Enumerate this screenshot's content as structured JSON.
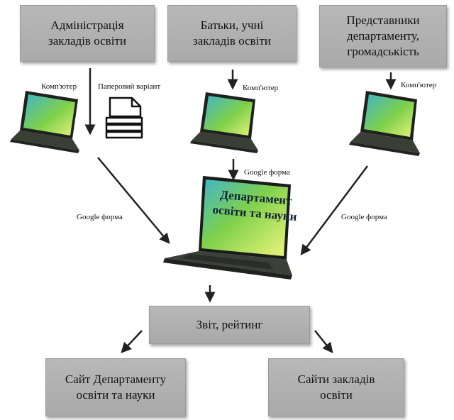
{
  "boxes": {
    "admin": "Адміністрація\nзакладів освіти",
    "parents": "Батьки, учні\nзакладів освіти",
    "reps": "Представники\nдепартаменту,\nгромадськість",
    "report": "Звіт, рейтинг",
    "site_dept": "Сайт Департаменту\nосвіти та науки",
    "site_schools": "Сайти закладів\nосвіти"
  },
  "labels": {
    "computer_1": "Комп'ютер",
    "paper": "Паперовий варіант",
    "computer_2": "Комп'ютер",
    "computer_3": "Комп'ютер",
    "google_top": "Google форма",
    "google_left": "Google форма",
    "google_right": "Google форма"
  },
  "center_screen": "Департамент\nосвіти та науки",
  "colors": {
    "box_fill": "#b0b0b0",
    "screen_green": "#7fd04a",
    "screen_cyan": "#3fb6c8",
    "laptop_body": "#2b2f2a"
  },
  "icons": {
    "paper_stack": "paper-stack-icon",
    "laptop": "laptop-icon"
  }
}
